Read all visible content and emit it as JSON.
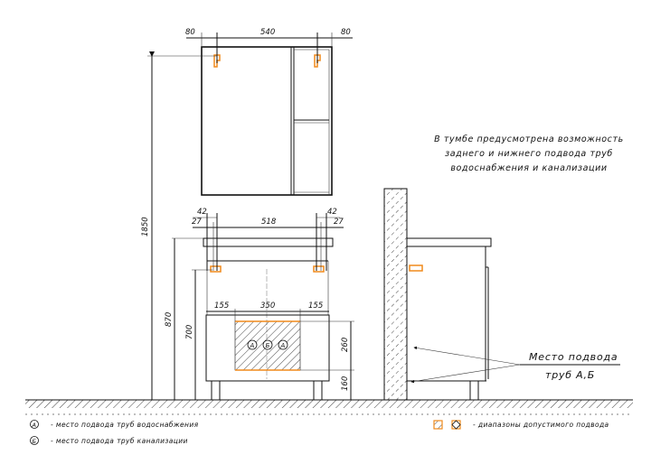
{
  "colors": {
    "accent": "#f08a1c",
    "line": "#111111"
  },
  "dimensions": {
    "mirror_left": "80",
    "mirror_width": "540",
    "mirror_right": "80",
    "total_height": "1850",
    "vanity_left_outer": "42",
    "vanity_left_inner": "27",
    "vanity_width": "518",
    "vanity_right_outer": "42",
    "vanity_right_inner": "27",
    "counter_height": "870",
    "pipe_height": "700",
    "zone_left": "155",
    "zone_width": "350",
    "zone_right": "155",
    "zone_height": "260",
    "zone_bottom": "160"
  },
  "note": {
    "lines": [
      "В тумбе предусмотрена возможность",
      "заднего и нижнего подвода труб",
      "водоснабжения и канализации"
    ]
  },
  "callout": {
    "line1": "Место подвода",
    "line2": "труб А,Б"
  },
  "markers": {
    "a": "А",
    "b": "Б"
  },
  "legend": {
    "water": "- место подвода труб водоснабжения",
    "sewer": "- место подвода труб канализации",
    "ranges": "- диапазоны допустимого подвода"
  }
}
